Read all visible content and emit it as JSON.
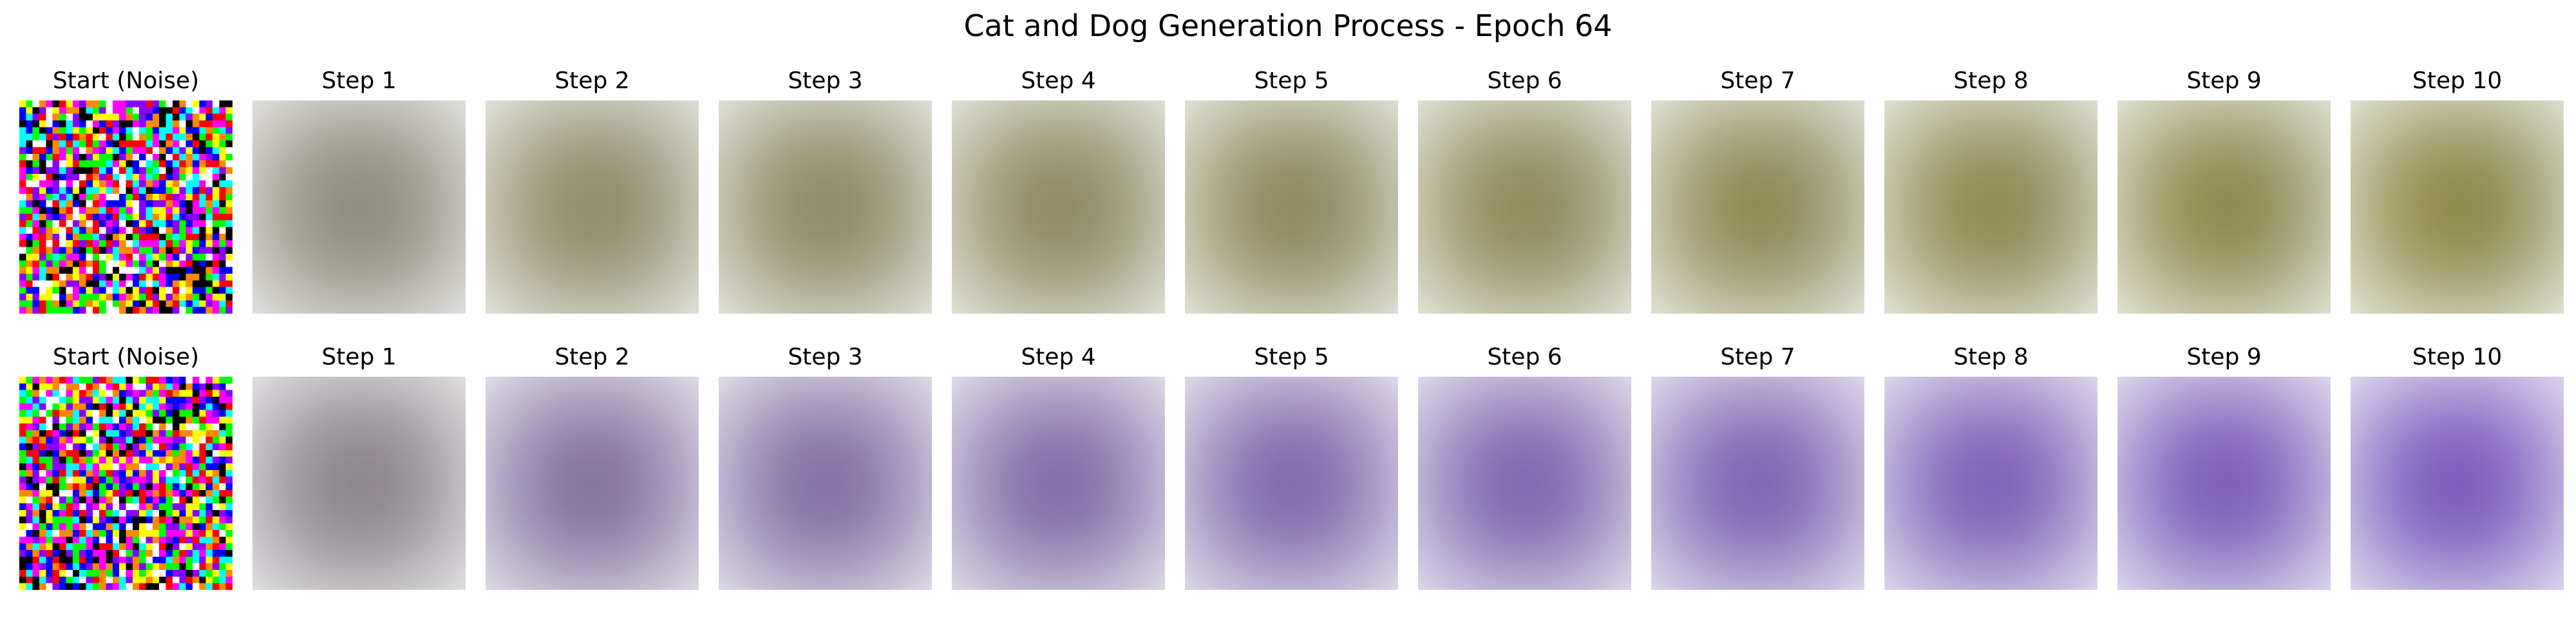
{
  "figure_title": "Cat and Dog Generation Process - Epoch 64",
  "rows": [
    {
      "palette": "cat-green-yellow",
      "panels": [
        "Start (Noise)",
        "Step 1",
        "Step 2",
        "Step 3",
        "Step 4",
        "Step 5",
        "Step 6",
        "Step 7",
        "Step 8",
        "Step 9",
        "Step 10"
      ]
    },
    {
      "palette": "dog-blue-magenta",
      "panels": [
        "Start (Noise)",
        "Step 1",
        "Step 2",
        "Step 3",
        "Step 4",
        "Step 5",
        "Step 6",
        "Step 7",
        "Step 8",
        "Step 9",
        "Step 10"
      ]
    }
  ],
  "colors": {
    "cat_row": [
      "#6f7a3c",
      "#8a7a2c",
      "#b08d2a",
      "#5c7a35",
      "#3e4a25",
      "#d9b24a"
    ],
    "dog_row": [
      "#2a2f9c",
      "#4a3ccf",
      "#b22a9a",
      "#e03aa0",
      "#1a4cff",
      "#6a6aa6"
    ],
    "noise": [
      "#ff0000",
      "#00ff00",
      "#0000ff",
      "#ffff00",
      "#ff00ff",
      "#00ffff",
      "#ffffff",
      "#000000",
      "#ff8800",
      "#8800ff"
    ]
  }
}
